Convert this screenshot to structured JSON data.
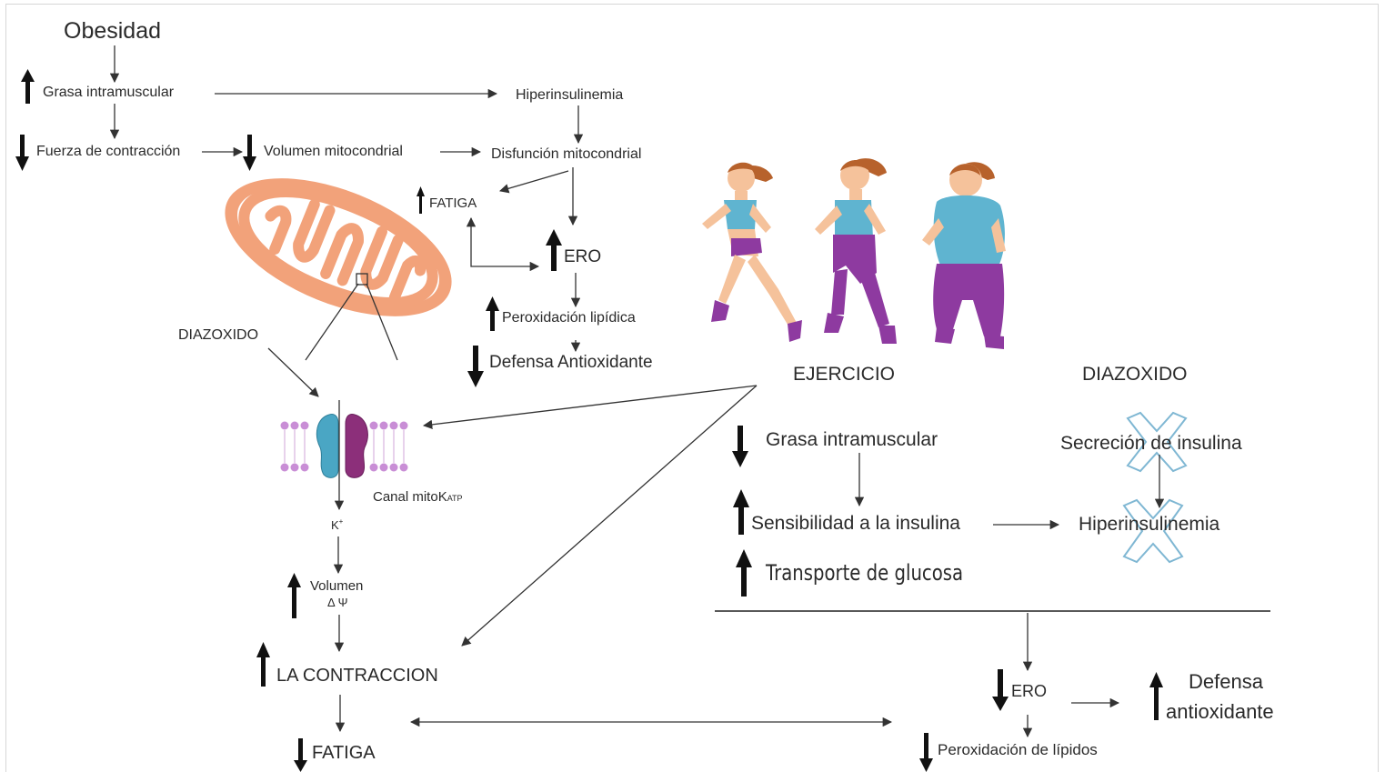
{
  "top_left": {
    "title": "Obesidad",
    "intramuscular_fat": "Grasa intramuscular",
    "hyperinsulinemia": "Hiperinsulinemia",
    "contraction_force": "Fuerza de contracción",
    "mito_volume": "Volumen mitocondrial",
    "mito_dysfunction": "Disfunción mitocondrial",
    "fatigue": "FATIGA",
    "ros": "ERO",
    "lipid_peroxidation": "Peroxidación lipídica",
    "antioxidant_defense": "Defensa Antioxidante"
  },
  "channel": {
    "diazoxide": "DIAZOXIDO",
    "channel_label": "Canal mitoK",
    "channel_sub": "ATP",
    "potassium": "K",
    "potassium_sup": "+",
    "volume": "Volumen",
    "delta_psi": "Δ Ψ",
    "contraction": "LA CONTRACCION",
    "fatigue": "FATIGA"
  },
  "exercise": {
    "title": "EJERCICIO",
    "intramuscular_fat": "Grasa intramuscular",
    "insulin_sensitivity": "Sensibilidad a la insulina",
    "glucose_transport": "Transporte de glucosa"
  },
  "diazoxide_panel": {
    "title": "DIAZOXIDO",
    "insulin_secretion": "Secreción de insulina",
    "hyperinsulinemia": "Hiperinsulinemia"
  },
  "bottom_right": {
    "ros": "ERO",
    "lipid_peroxidation": "Peroxidación de lípidos",
    "antioxidant_defense_1": "Defensa",
    "antioxidant_defense_2": "antioxidante"
  },
  "colors": {
    "mitochondria": "#f2a27a",
    "channel_blue": "#4aa6c4",
    "channel_purple": "#8c2f7a",
    "membrane": "#c98ed6",
    "runner_skin": "#f5c29b",
    "runner_hair": "#b7622c",
    "runner_top": "#5fb4d0",
    "runner_pants": "#8e3aa0",
    "cross_outline": "#7fb7d3"
  }
}
